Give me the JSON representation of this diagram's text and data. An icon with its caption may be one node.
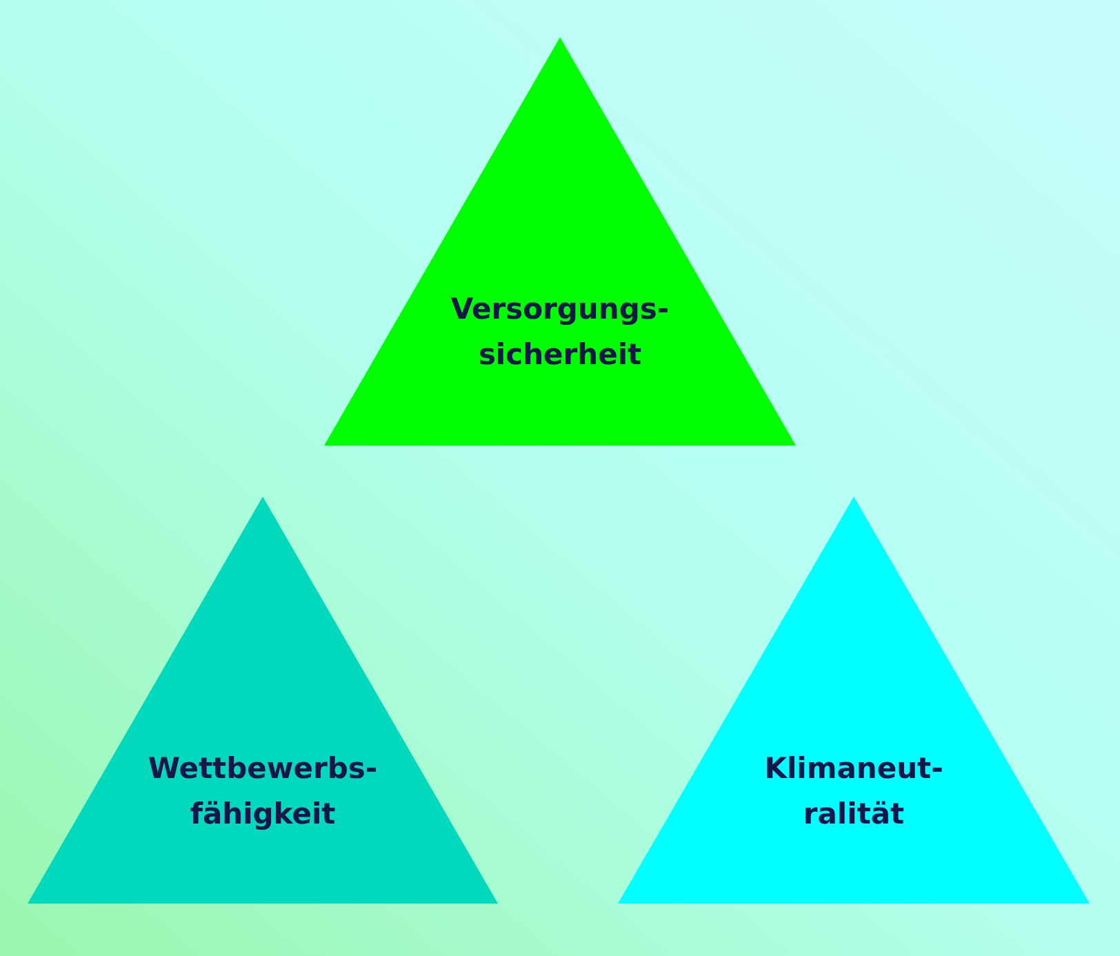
{
  "diagram": {
    "nodes": [
      {
        "text": [
          "Versorgungs- sicherheit"
        ]
      },
      {
        "text": [
          "Wettbewerbs- fähigkeit"
        ]
      },
      {
        "text": [
          "Klimaneut- ralität"
        ]
      }
    ],
    "edges": []
  }
}
